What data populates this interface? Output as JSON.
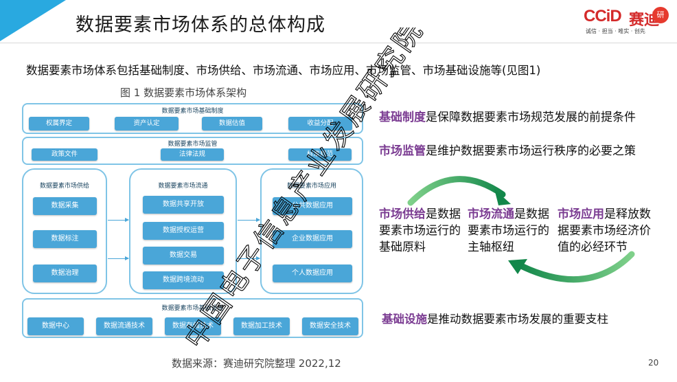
{
  "header": {
    "title": "数据要素市场体系的总体构成"
  },
  "logo": {
    "brand": "CCiD",
    "brand_cn": "赛迪",
    "badge": "研",
    "slogan": "诚信 · 担当 · 唯实 · 创先"
  },
  "intro": "数据要素市场体系包括基础制度、市场供给、市场流通、市场应用、市场监管、市场基础设施等(见图1)",
  "figure": {
    "caption": "图 1  数据要素市场体系架构",
    "basic_system": {
      "title": "数据要素市场基础制度",
      "items": [
        "权属界定",
        "资产认定",
        "数据估值",
        "收益分配"
      ]
    },
    "regulation": {
      "title": "数据要素市场监管",
      "items": [
        "政策文件",
        "法律法规",
        "标准规范"
      ]
    },
    "supply": {
      "title": "数据要素市场供给",
      "items": [
        "数据采集",
        "数据标注",
        "数据治理"
      ]
    },
    "circulation": {
      "title": "数据要素市场流通",
      "items": [
        "数据共享开放",
        "数据授权运营",
        "数据交易",
        "数据跨境流动"
      ]
    },
    "application": {
      "title": "数据要素市场应用",
      "items": [
        "公共数据应用",
        "企业数据应用",
        "个人数据应用"
      ]
    },
    "infrastructure": {
      "title": "数据要素市场基础设施",
      "items": [
        "数据中心",
        "数据流通技术",
        "数据存储技术",
        "数据加工技术",
        "数据安全技术"
      ]
    }
  },
  "right": {
    "basic": {
      "hl": "基础制度",
      "rest": "是保障数据要素市场规范发展的前提条件"
    },
    "regulation": {
      "hl": "市场监管",
      "rest": "是维护数据要素市场运行秩序的必要之策"
    },
    "supply": {
      "hl": "市场供给",
      "rest": "是数据要素市场运行的基础原料"
    },
    "circulation": {
      "hl": "市场流通",
      "rest": "是数据要素市场运行的主轴枢纽"
    },
    "application": {
      "hl": "市场应用",
      "rest": "是释放数据要素市场经济价值的必经环节"
    },
    "infrastructure": {
      "hl": "基础设施",
      "rest": "是推动数据要素市场发展的重要支柱"
    }
  },
  "colors": {
    "accent": "#29a9e0",
    "chip": "#4aa6d8",
    "highlight": "#7b3c92",
    "swoosh": "#1f9a5a"
  },
  "source": "数据来源：赛迪研究院整理  2022,12",
  "page_number": "20",
  "watermark": {
    "text": "中国电子信息产业发展研究院"
  }
}
